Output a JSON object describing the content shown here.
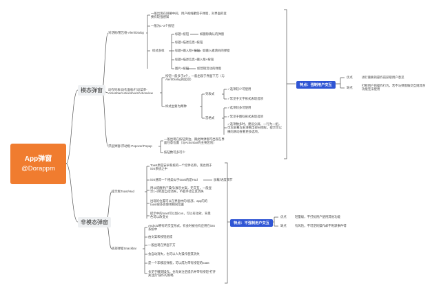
{
  "root": {
    "title": "App弹窗",
    "subtitle": "@Dorappm"
  },
  "modal": {
    "label": "模态弹窗",
    "alert": {
      "label": "对话框/警告框-Alert/Dialog",
      "desc": "一般出现在屏幕中间，用户视线聚焦于弹窗，对界面的变换有较强感知",
      "buttons": "一般为1~2个按钮",
      "style_label": "样式多样",
      "styles": [
        {
          "form": "标题+按钮",
          "use": "如删除确认的弹窗"
        },
        {
          "form": "标题+描述信息+按钮",
          "use": ""
        },
        {
          "form": "标题+输入框+按钮",
          "use": "如输入邀请码的弹窗"
        },
        {
          "form": "标题+描述信息+输入框+按钮",
          "use": ""
        },
        {
          "form": "图片+按钮",
          "use": "如营销活动的弹窗"
        }
      ]
    },
    "action": {
      "label": "动作列表/动作面板/行动菜单-Actionbar/Actionsheet/Actionview",
      "desc": "按钮一般多于2个，一般出现于界面下方（与Alert/Dialog的区别）",
      "list_label": "列表式",
      "list_items": [
        "✓选项较少可使用",
        "✓常见于文字形式表现选项"
      ],
      "grid_label": "宫格式",
      "grid_items": [
        "✓选项较多可使用",
        "✓常见于图标形式表现选项",
        "✓选项数多时，建议分屏，一行为一组，可左屏幕左右滑看出部分图标，提示可以横向滑动查看更多选项。"
      ],
      "styles_label": "样式主要为两种"
    },
    "popover": {
      "label": "浮层弹窗/浮动框-Popover/Popup",
      "desc": "一般出现在按钮旁边，跟此种弹窗可出现在界面任意位置（与Actionbar的主要区别）",
      "buttons": "按钮数可多可少"
    },
    "feature": {
      "tag": "特点：强制用户交互",
      "pros_label": "优点",
      "pros": "进行重要的操作前获取用户意见",
      "cons_label": "缺点",
      "cons": "打断用户的操作行为，若不与弹窗做交互则其余功能无法使用"
    }
  },
  "nonmodal": {
    "label": "非模态弹窗",
    "toast": {
      "label": "提示框Toast/Hud",
      "items": [
        "Toast原是安卓系统的一个控件名称，现也用于iOS系统之中",
        "iOS通常一个相类似于toast的是Hud",
        "用以提醒用户操作/展示文案，无交互，一般显示1~2秒后自动消失，不能手动让其消失",
        "出现的位置可以在界面中的/底部，app内的toast很多会使用相同位置",
        "提示中的toast可以加icon，可以有动效、背景色可以改变文"
      ],
      "hud_note": "加载/进度调节"
    },
    "snackbar": {
      "label": "底部弹窗Snackbar",
      "items": [
        "Android特有的交互形式，有会时被也有应用在iOS系统中",
        "由文案和按钮组成",
        "一般出现在界面下方",
        "会自动消失，也可以人为操作使其消失",
        "是一个非模态弹窗，可以成为带有按钮的toast",
        "多见于撤销操作，也有关注后提示并带有按钮“打开关注页”操作的策略"
      ]
    },
    "feature": {
      "tag": "特点：不强制用户交互",
      "pros_label": "优点",
      "pros": "轻量级，不打扰用户使用其他功能",
      "cons_label": "缺点",
      "cons": "有风险，不可逆的操作却不利默事件得"
    }
  }
}
